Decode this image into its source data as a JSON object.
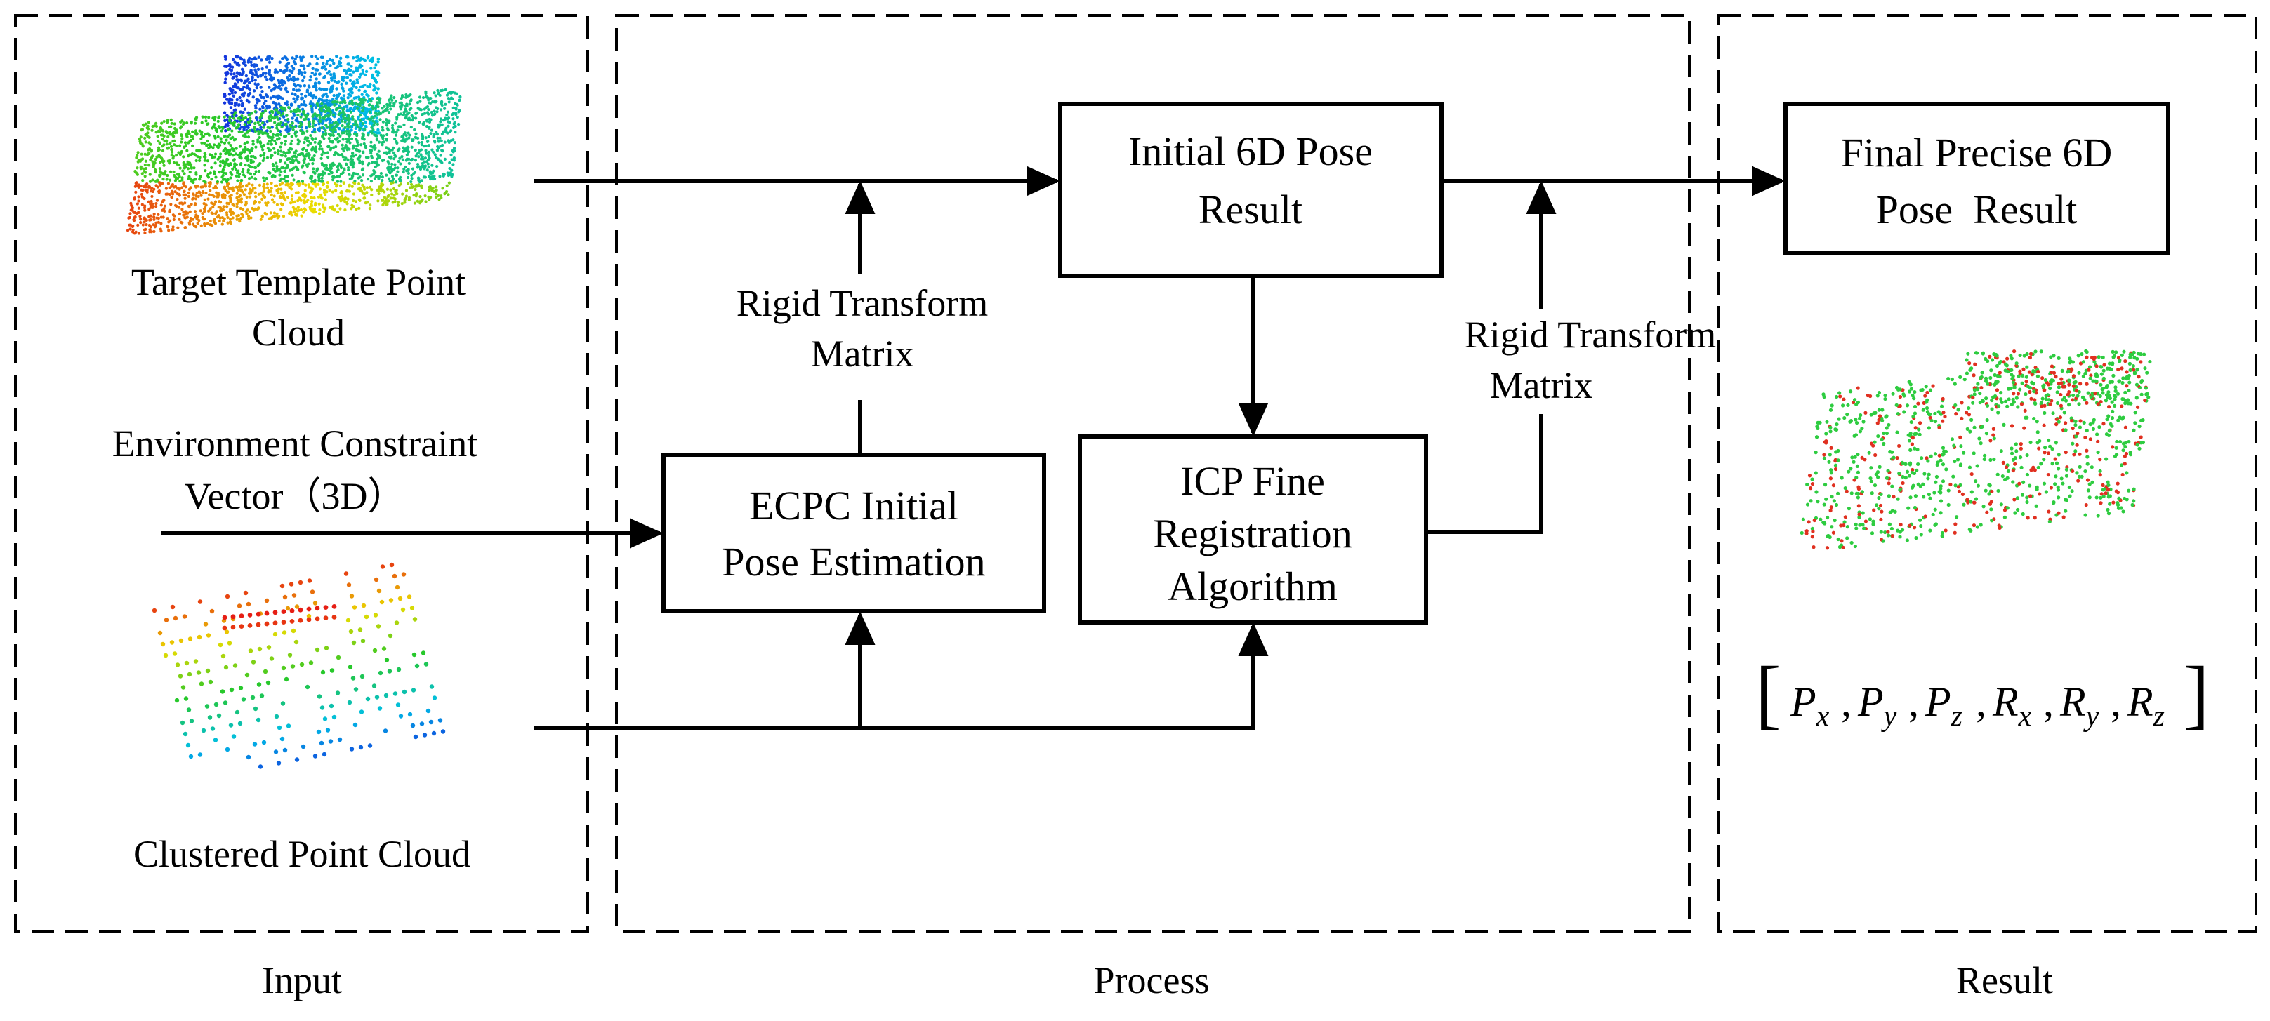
{
  "sections": {
    "input": "Input",
    "process": "Process",
    "result": "Result"
  },
  "inputs": {
    "target_line1": "Target Template Point",
    "target_line2": "Cloud",
    "env_line1": "Environment Constraint",
    "env_line2": "Vector（3D）",
    "clustered": "Clustered Point Cloud"
  },
  "boxes": {
    "initial_line1": "Initial 6D Pose",
    "initial_line2": "Result",
    "ecpc_line1": "ECPC Initial",
    "ecpc_line2": "Pose Estimation",
    "icp_line1": "ICP Fine",
    "icp_line2": "Registration",
    "icp_line3": "Algorithm",
    "final_line1": "Final Precise 6D",
    "final_line2": "Pose  Result"
  },
  "edge_labels": {
    "rigid1_line1": "Rigid Transform",
    "rigid1_line2": "Matrix",
    "rigid2_line1": "Rigid Transform",
    "rigid2_line2": "Matrix"
  },
  "pose_vector": {
    "vars": [
      "P",
      "P",
      "P",
      "R",
      "R",
      "R"
    ],
    "subs": [
      "x",
      "y",
      "z",
      "x",
      "y",
      "z"
    ]
  }
}
